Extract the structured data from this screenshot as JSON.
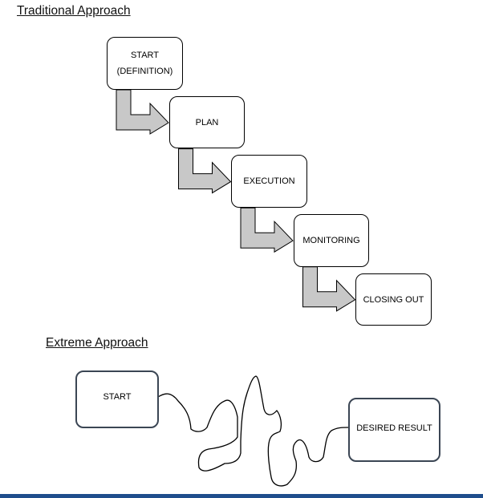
{
  "traditional": {
    "title": "Traditional Approach",
    "steps": [
      "START\n(DEFINITION)",
      "PLAN",
      "EXECUTION",
      "MONITORING",
      "CLOSING OUT"
    ]
  },
  "extreme": {
    "title": "Extreme Approach",
    "start": "START",
    "end": "DESIRED RESULT"
  },
  "colors": {
    "arrow_fill": "#c8c8c8",
    "box_border_dark": "#3b4654",
    "footer_bar": "#1f4e8c"
  }
}
